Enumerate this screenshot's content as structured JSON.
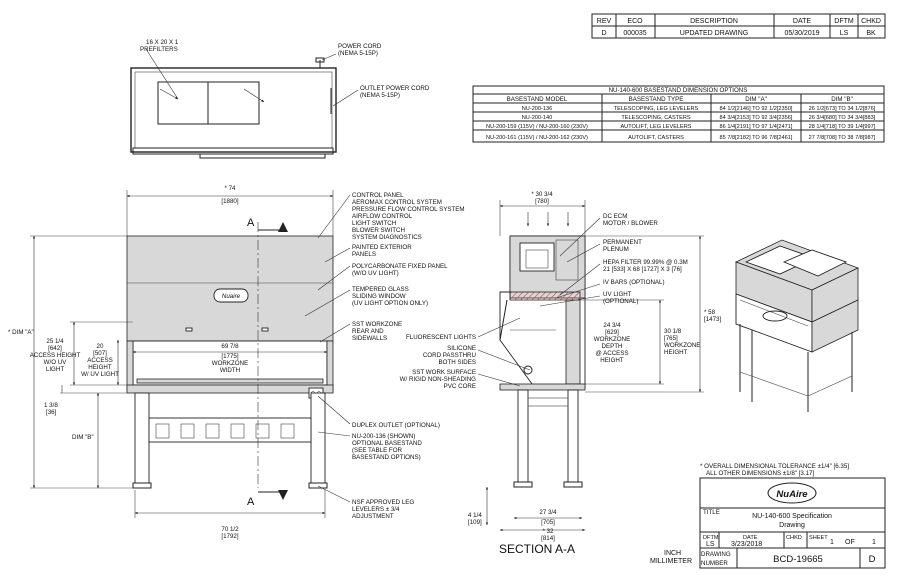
{
  "revision_block": {
    "headers": [
      "REV",
      "ECO",
      "DESCRIPTION",
      "DATE",
      "DFTM",
      "CHKD"
    ],
    "row": [
      "D",
      "000035",
      "UPDATED DRAWING",
      "05/30/2019",
      "LS",
      "BK"
    ]
  },
  "top_view": {
    "prefilters_line1": "16 X 20 X 1",
    "prefilters_line2": "PREFILTERS",
    "power_cord_line1": "POWER CORD",
    "power_cord_line2": "(NEMA 5-15P)",
    "outlet_cord_line1": "OUTLET POWER CORD",
    "outlet_cord_line2": "(NEMA 5-15P)"
  },
  "basestand_table": {
    "title": "NU-140-600 BASESTAND DIMENSION OPTIONS",
    "headers": [
      "BASESTAND MODEL",
      "BASESTAND TYPE",
      "DIM \"A\"",
      "DIM \"B\""
    ],
    "rows": [
      [
        "NU-200-136",
        "TELESCOPING, LEG LEVELERS",
        "84 1/2[2146] TO 92 1/2[2350]",
        "26 1/2[673] TO 34 1/2[876]"
      ],
      [
        "NU-200-140",
        "TELESCOPING, CASTERS",
        "84 3/4[2153] TO 92 3/4[2356]",
        "26 3/4[680] TO 34 3/4[883]"
      ],
      [
        "NU-200-159 (115V) / NU-200-160 (230V)",
        "AUTOLIFT, LEG LEVELERS",
        "86 1/4[2191] TO 97 1/4[2471]",
        "28 1/4[718] TO 39 1/4[997]"
      ],
      [
        "NU-200-161 (115V) / NU-200-162 (230V)",
        "AUTOLIFT, CASTERS",
        "85 7/8[2182] TO 96 7/8[2461]",
        "27 7/8[708] TO 38 7/8[987]"
      ]
    ]
  },
  "front_view": {
    "overall_width": "* 74",
    "overall_width_mm": "[1880]",
    "section_marker": "A",
    "logo_text": "Nuaire",
    "dim_a": "* DIM \"A\"",
    "dim_b": "DIM \"B\"",
    "access_uv": [
      "25 1/4",
      "[642]",
      "ACCESS HEIGHT",
      "W/O UV",
      "LIGHT"
    ],
    "access_nouv": [
      "20",
      "[507]",
      "ACCESS",
      "HEIGHT",
      "W/ UV LIGHT"
    ],
    "small_dim": [
      "1 3/8",
      "[36]"
    ],
    "workzone": [
      "69 7/8",
      "[1775]",
      "WORKZONE",
      "WIDTH"
    ],
    "base_width": [
      "70 1/2",
      "[1792]"
    ],
    "callouts": [
      [
        "CONTROL PANEL",
        "AEROMAX CONTROL SYSTEM",
        "PRESSURE FLOW CONTROL SYSTEM",
        "AIRFLOW CONTROL",
        "LIGHT SWITCH",
        "BLOWER SWITCH",
        "SYSTEM DIAGNOSTICS"
      ],
      [
        "PAINTED EXTERIOR",
        "PANELS"
      ],
      [
        "POLYCARBONATE FIXED PANEL",
        "(W/O UV LIGHT)"
      ],
      [
        "TEMPERED GLASS",
        "SLIDING WINDOW",
        "(UV LIGHT OPTION ONLY)"
      ],
      [
        "SST WORKZONE",
        "REAR AND",
        "SIDEWALLS"
      ],
      [
        "DUPLEX OUTLET (OPTIONAL)"
      ],
      [
        "NU-200-136 (SHOWN)",
        "OPTIONAL BASESTAND",
        "(SEE TABLE FOR",
        "BASESTAND OPTIONS)"
      ],
      [
        "NSF APPROVED LEG",
        "LEVELERS ± 3/4",
        "ADJUSTMENT"
      ]
    ]
  },
  "section_view": {
    "depth_top": [
      "* 30 3/4",
      "[780]"
    ],
    "height": [
      "* 58",
      "[1473]"
    ],
    "workzone_height": [
      "30 1/8",
      "[765]",
      "WORKZONE",
      "HEIGHT"
    ],
    "workzone_depth": [
      "24 3/4",
      "[629]",
      "WORKZONE",
      "DEPTH",
      "@ ACCESS",
      "HEIGHT"
    ],
    "base_offset": [
      "4 1/4",
      "[109]"
    ],
    "base_depth": [
      "27 3/4",
      "[705]"
    ],
    "overall_depth": [
      "* 32",
      "[814]"
    ],
    "title": "SECTION A-A",
    "callouts": [
      [
        "DC ECM",
        "MOTOR / BLOWER"
      ],
      [
        "PERMANENT",
        "PLENUM"
      ],
      [
        "HEPA FILTER 99.99% @ 0.3M",
        "21 [533] X 68 [1727] X 3 [76]"
      ],
      [
        "IV BARS (OPTIONAL)"
      ],
      [
        "UV LIGHT",
        "(OPTIONAL)"
      ],
      [
        "FLUORESCENT LIGHTS"
      ],
      [
        "SILICONE",
        "CORD PASSTHRU",
        "BOTH SIDES"
      ],
      [
        "SST WORK SURFACE",
        "W/ RIGID NON-SHEADING",
        "PVC CORE"
      ]
    ]
  },
  "tolerance_note": [
    "* OVERALL DIMENSIONAL TOLERANCE ±1/4\" [6.35]",
    "ALL OTHER DIMENSIONS ±1/8\" [3.17]"
  ],
  "title_block": {
    "logo": "NuAire",
    "title_label": "TITLE",
    "title_line1": "NU-140-600 Specification",
    "title_line2": "Drawing",
    "dftm_label": "DFTM",
    "dftm": "LS",
    "date_label": "DATE",
    "date": "3/23/2018",
    "chkd_label": "CHKD",
    "sheet_label": "SHEET",
    "sheet": "1",
    "of_label": "OF",
    "sheet_total": "1",
    "drawing_number_label_1": "DRAWING",
    "drawing_number_label_2": "NUMBER",
    "drawing_number": "BCD-19665",
    "rev": "D",
    "units_line1": "INCH",
    "units_line2": "MILLIMETER"
  }
}
